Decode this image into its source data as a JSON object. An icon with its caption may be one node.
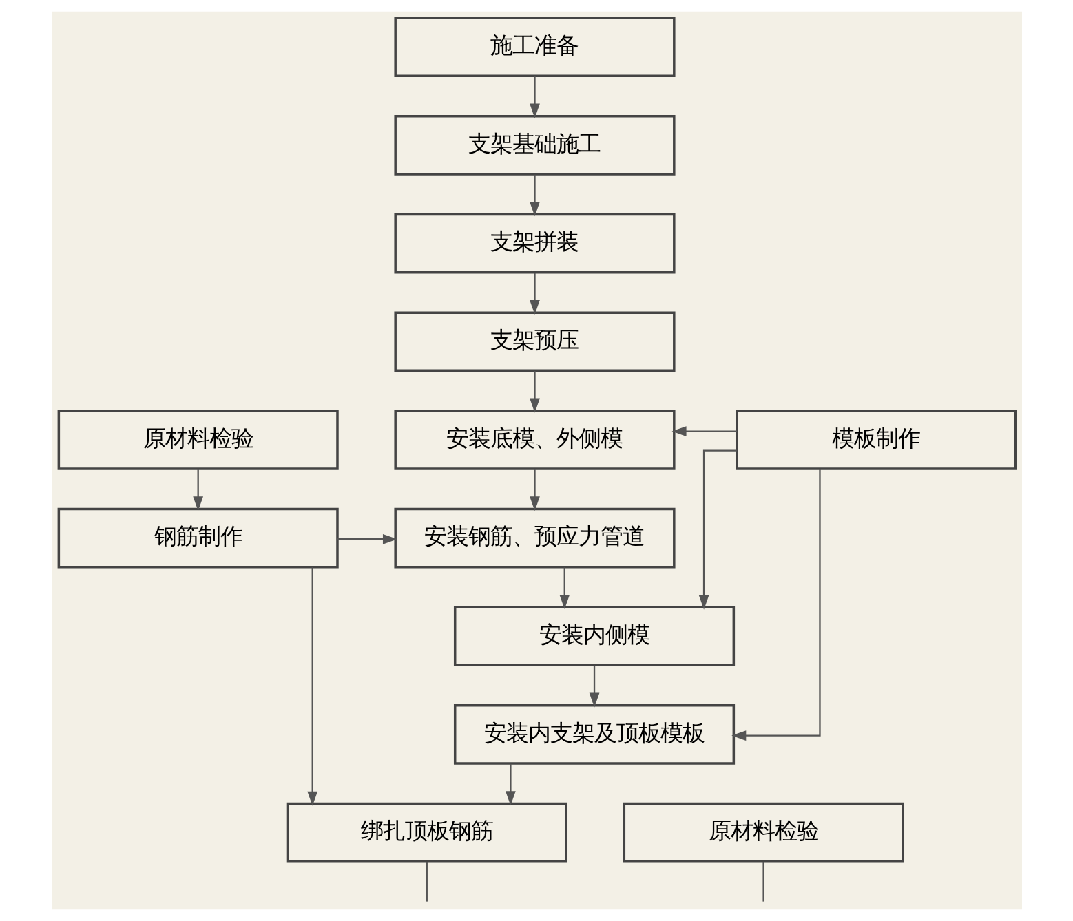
{
  "diagram": {
    "nodes": [
      {
        "text": [
          "施工准备"
        ]
      },
      {
        "text": [
          "支架基础施工"
        ]
      },
      {
        "text": [
          "支架拼装"
        ]
      },
      {
        "text": [
          "支架预压"
        ]
      },
      {
        "text": [
          "原材料检验"
        ]
      },
      {
        "text": [
          "安装底模、外侧模"
        ]
      },
      {
        "text": [
          "模板制作"
        ]
      },
      {
        "text": [
          "钢筋制作"
        ]
      },
      {
        "text": [
          "安装钢筋、预应力管道"
        ]
      },
      {
        "text": [
          "安装内侧模"
        ]
      },
      {
        "text": [
          "安装内支架及顶板模板"
        ]
      },
      {
        "text": [
          "绑扎顶板钢筋"
        ]
      },
      {
        "text": [
          "原材料检验"
        ]
      }
    ],
    "edges": [
      {
        "from": 0,
        "to": 1,
        "arrow": "to"
      },
      {
        "from": 1,
        "to": 2,
        "arrow": "to"
      },
      {
        "from": 2,
        "to": 3,
        "arrow": "to"
      },
      {
        "from": 3,
        "to": 5,
        "arrow": "to"
      },
      {
        "from": 6,
        "to": 5,
        "arrow": "to"
      },
      {
        "from": 4,
        "to": 7,
        "arrow": "to"
      },
      {
        "from": 7,
        "to": 8,
        "arrow": "to"
      },
      {
        "from": 5,
        "to": 8,
        "arrow": "to"
      },
      {
        "from": 8,
        "to": 9,
        "arrow": "to"
      },
      {
        "from": 6,
        "to": 9,
        "arrow": "to"
      },
      {
        "from": 9,
        "to": 10,
        "arrow": "to"
      },
      {
        "from": 6,
        "to": 10,
        "arrow": "to"
      },
      {
        "from": 10,
        "to": 11,
        "arrow": "to"
      },
      {
        "from": 7,
        "to": 11,
        "arrow": "to"
      },
      {
        "from": 11,
        "to": null,
        "arrow": "none"
      },
      {
        "from": 12,
        "to": null,
        "arrow": "none"
      }
    ]
  }
}
